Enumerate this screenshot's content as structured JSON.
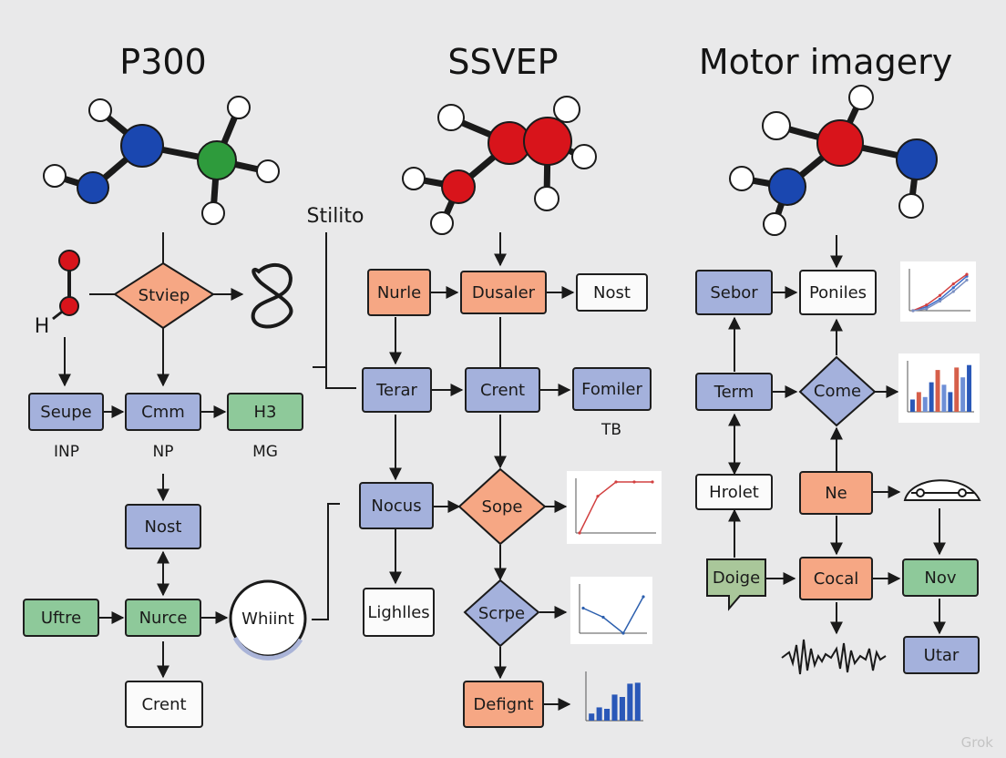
{
  "sections": {
    "p300": {
      "title": "P300"
    },
    "ssvep": {
      "title": "SSVEP"
    },
    "motor": {
      "title": "Motor imagery"
    }
  },
  "p300": {
    "h_label": "H",
    "diamond": "Stviep",
    "row1": [
      "Seupe",
      "Cmm",
      "H3"
    ],
    "row1_labels": [
      "INP",
      "NP",
      "MG"
    ],
    "nost": "Nost",
    "row3": [
      "Uftre",
      "Nurce"
    ],
    "circle": "Whiint",
    "bottom": "Crent"
  },
  "ssvep": {
    "side_label": "Stilito",
    "row1": [
      "Nurle",
      "Dusaler",
      "Nost"
    ],
    "row2": [
      "Terar",
      "Crent",
      "Fomiler"
    ],
    "row2_sub": "TB",
    "nocus": "Nocus",
    "diamond1": "Sope",
    "lighlles": "Lighlles",
    "diamond2": "Scrpe",
    "defignt": "Defignt"
  },
  "motor": {
    "row1": [
      "Sebor",
      "Poniles"
    ],
    "term": "Term",
    "diamond": "Come",
    "hrolet": "Hrolet",
    "ne": "Ne",
    "doige": "Doige",
    "cocal": "Cocal",
    "nov": "Nov",
    "utar": "Utar"
  },
  "colors": {
    "blue": "#a4b1dc",
    "orange": "#f6a784",
    "green": "#8ec99a",
    "white": "#fbfbfb",
    "atom_red": "#d8141b",
    "atom_blue": "#1a47b0",
    "atom_green": "#2e9b3c"
  },
  "chart_data": [
    {
      "type": "line",
      "series": [
        {
          "values": [
            0.0,
            0.72,
            1.0,
            1.0,
            1.0
          ]
        }
      ]
    },
    {
      "type": "line",
      "series": [
        {
          "values": [
            0.55,
            0.35,
            0.0,
            0.8
          ]
        }
      ]
    },
    {
      "type": "bar",
      "values": [
        0.15,
        0.28,
        0.25,
        0.55,
        0.5,
        0.78,
        0.8
      ]
    },
    {
      "type": "line",
      "series": [
        {
          "values": [
            0.0,
            0.1,
            0.3,
            0.6,
            0.9
          ]
        },
        {
          "values": [
            0.0,
            0.15,
            0.4,
            0.7,
            0.95
          ]
        },
        {
          "values": [
            0.0,
            0.05,
            0.25,
            0.5,
            0.8
          ]
        }
      ]
    },
    {
      "type": "bar",
      "values": [
        0.25,
        0.4,
        0.3,
        0.6,
        0.85,
        0.55,
        0.4,
        0.9,
        0.7,
        0.95
      ]
    }
  ],
  "watermark": "Grok"
}
